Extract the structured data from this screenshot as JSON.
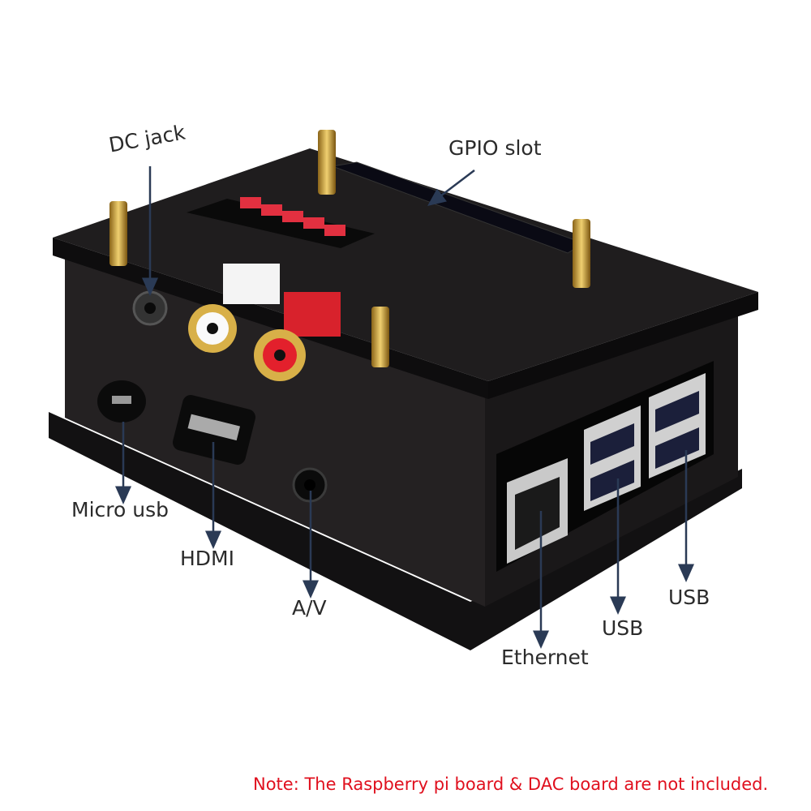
{
  "labels": {
    "dc_jack": "DC jack",
    "gpio_slot": "GPIO slot",
    "micro_usb": "Micro usb",
    "hdmi": "HDMI",
    "av": "A/V",
    "ethernet": "Ethernet",
    "usb_left": "USB",
    "usb_right": "USB"
  },
  "note": "Note: The Raspberry pi board & DAC board are not included.",
  "colors": {
    "note": "#e0101e",
    "case": "#1c1a1b",
    "label": "#2b2b2b"
  }
}
